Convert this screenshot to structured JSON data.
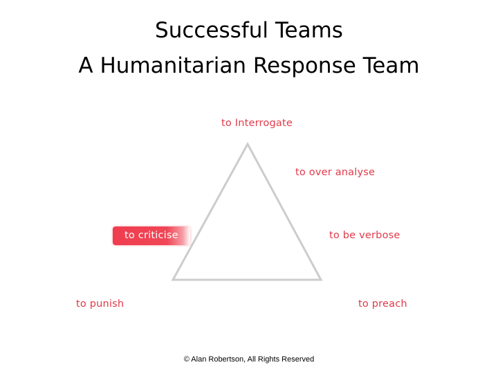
{
  "title": {
    "line1": "Successful Teams",
    "line2": "A Humanitarian Response Team"
  },
  "diagram": {
    "labels": {
      "top": "to Interrogate",
      "upper_right": "to over analyse",
      "mid_right": "to be verbose",
      "mid_left_highlighted": "to criticise",
      "bottom_left": "to punish",
      "bottom_right": "to preach"
    },
    "colors": {
      "label_text": "#e03a4a",
      "highlight_fill": "#ef3d4e",
      "triangle_stroke": "#cccccc"
    }
  },
  "footer": {
    "copyright": "© Alan Robertson, All Rights Reserved"
  }
}
